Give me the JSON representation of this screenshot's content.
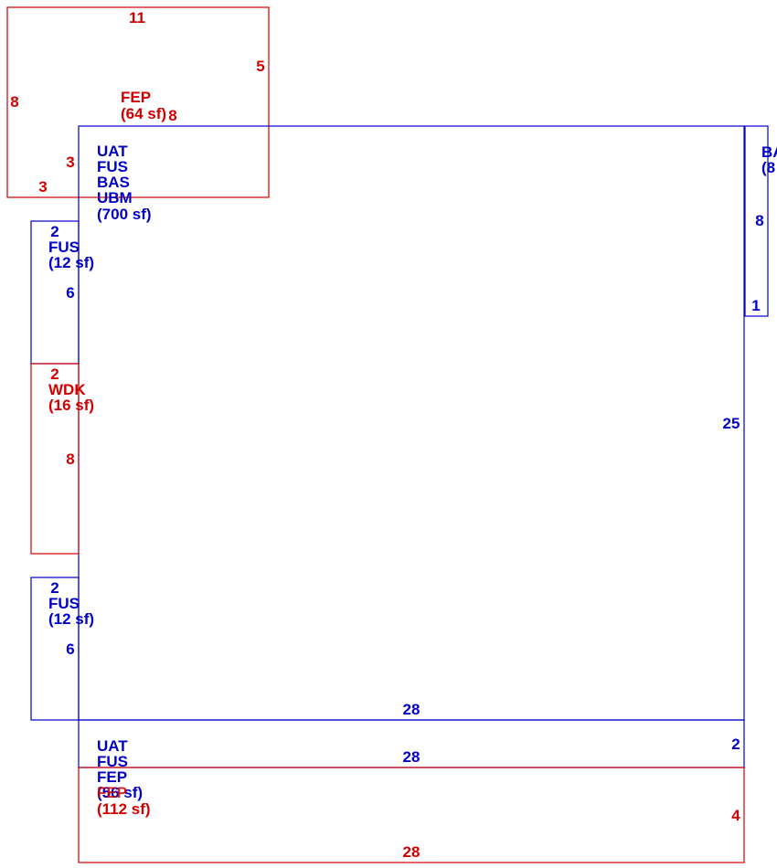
{
  "colors": {
    "blue": "#0000c8",
    "red": "#d10000"
  },
  "areas": {
    "fep_top": {
      "code": "FEP",
      "area": "(64 sf)",
      "dim_top": "11",
      "dim_right": "5",
      "dim_left": "8",
      "dim_inner": "8",
      "dim_step_a": "3",
      "dim_step_b": "3"
    },
    "main": {
      "codes": [
        "UAT",
        "FUS",
        "BAS",
        "UBM"
      ],
      "area": "(700 sf)",
      "dim_bottom": "28",
      "dim_right": "25"
    },
    "bas_right": {
      "code_partial": "BA",
      "area_partial": "(8",
      "dim_height": "8",
      "dim_width": "1"
    },
    "fus_upper": {
      "code": "FUS",
      "area": "(12 sf)",
      "dim_width": "2",
      "dim_height": "6"
    },
    "wdk": {
      "code": "WDK",
      "area": "(16 sf)",
      "dim_width": "2",
      "dim_height": "8"
    },
    "fus_lower": {
      "code": "FUS",
      "area": "(12 sf)",
      "dim_width": "2",
      "dim_height": "6"
    },
    "strip": {
      "codes": [
        "UAT",
        "FUS",
        "FEP"
      ],
      "area": "(56 sf)",
      "dim_top": "28",
      "dim_right": "2"
    },
    "fep_bottom": {
      "code": "FEP",
      "area": "(112 sf)",
      "dim_bottom": "28",
      "dim_right": "4"
    }
  }
}
